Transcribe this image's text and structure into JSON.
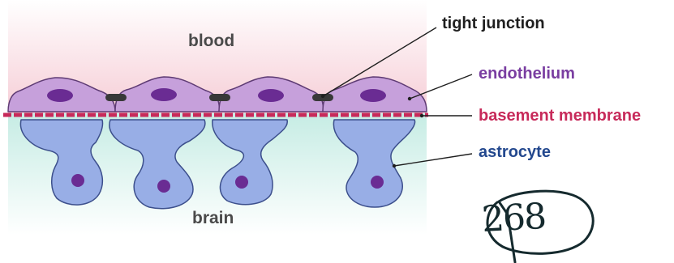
{
  "regions": {
    "blood": "blood",
    "brain": "brain"
  },
  "labels": {
    "tight_junction": "tight junction",
    "endothelium": "endothelium",
    "basement_membrane": "basement membrane",
    "astrocyte": "astrocyte"
  },
  "handwritten_number": "268",
  "colors": {
    "blood_region": "#f6cdd6",
    "brain_region": "#c6ece4",
    "endothelial_cell": "#c6a0db",
    "endothelial_outline": "#5e3b74",
    "nucleus": "#6a2c93",
    "tight_junction": "#383838",
    "basement_membrane": "#c72a5a",
    "astrocyte_cell": "#98aee6",
    "astrocyte_outline": "#3c4f8c",
    "endothelium_label": "#7a3ea1",
    "basement_membrane_label": "#c72a5a",
    "astrocyte_label": "#23488e"
  }
}
